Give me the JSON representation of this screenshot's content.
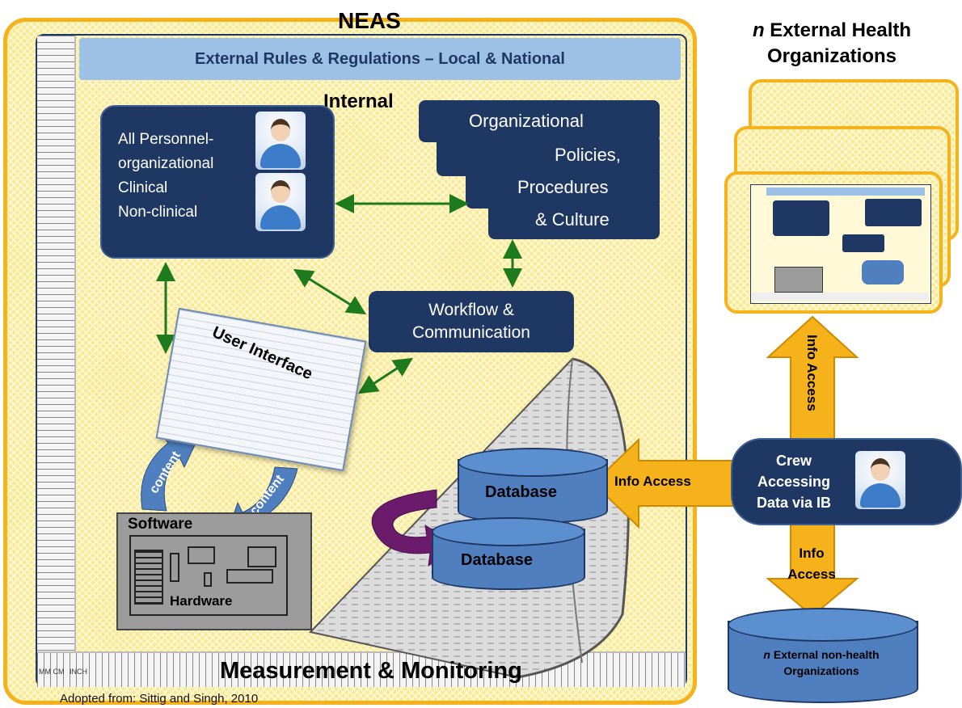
{
  "neas_title": "NEAS",
  "external_rules": "External Rules & Regulations – Local & National",
  "internal": "Internal",
  "personnel": [
    "All Personnel-",
    "organizational",
    "Clinical",
    "Non-clinical"
  ],
  "org": [
    "Organizational",
    "Policies,",
    "Procedures",
    "& Culture"
  ],
  "workflow": [
    "Workflow &",
    "Communication"
  ],
  "user_interface": "User Interface",
  "content_label": "content",
  "software": "Software",
  "hardware": "Hardware",
  "database": "Database",
  "measurement": "Measurement & Monitoring",
  "credit": "Adopted from: Sittig and Singh, 2010",
  "ext_health_n": "n",
  "ext_health_title": [
    " External Health",
    "Organizations"
  ],
  "info_access": "Info Access",
  "info_access_split": [
    "Info",
    "Access"
  ],
  "crew": [
    "Crew",
    "Accessing",
    "Data via IB"
  ],
  "ext_nonhealth_n": "n",
  "ext_nonhealth": [
    " External non-health",
    "Organizations"
  ],
  "ruler_units": [
    "MM CM",
    "INCH"
  ],
  "colors": {
    "border_orange": "#f5b21a",
    "navy": "#1e3863",
    "blue": "#4f7fbf",
    "pattern": "#fbe98f",
    "arrow_green": "#1d7a1d",
    "arrow_orange": "#f5b21a",
    "purple": "#6b1b6b"
  }
}
